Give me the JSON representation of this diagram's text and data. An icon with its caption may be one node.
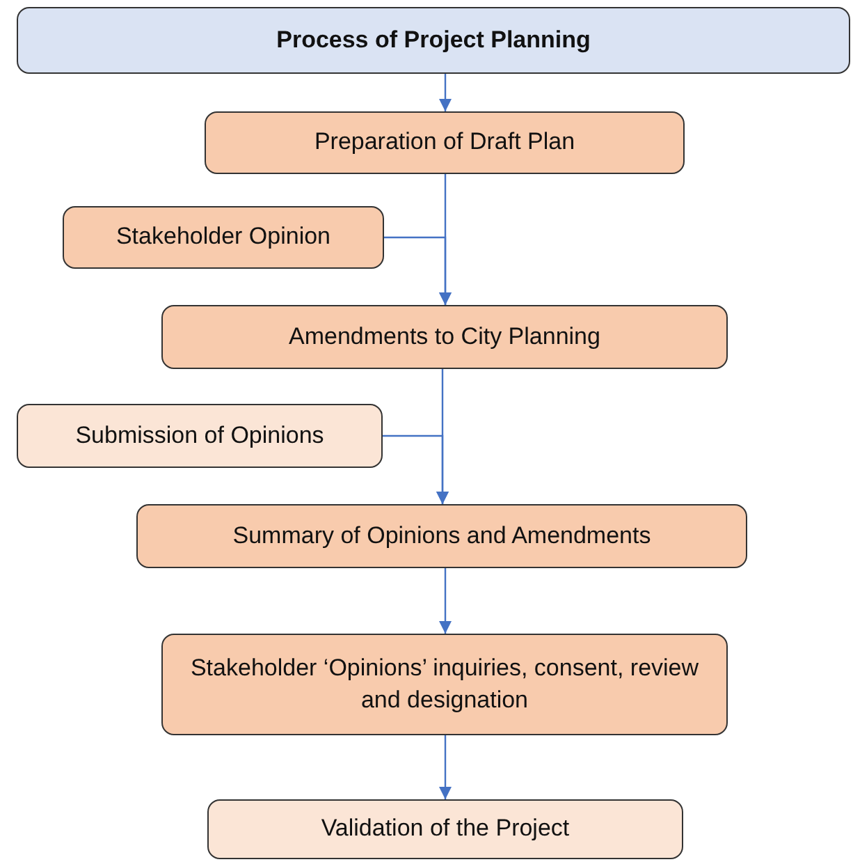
{
  "diagram": {
    "nodes": [
      {
        "text": [
          "Process of Project Planning"
        ]
      },
      {
        "text": [
          "Preparation of Draft Plan"
        ]
      },
      {
        "text": [
          "Stakeholder Opinion"
        ]
      },
      {
        "text": [
          "Amendments to City Planning"
        ]
      },
      {
        "text": [
          "Submission of Opinions"
        ]
      },
      {
        "text": [
          "Summary of Opinions and Amendments"
        ]
      },
      {
        "text": [
          "Stakeholder ‘Opinions’ inquiries, consent, review and designation"
        ]
      },
      {
        "text": [
          "Validation of the Project"
        ]
      }
    ],
    "edges": [
      {
        "from": 0,
        "to": 1,
        "arrow": "to"
      },
      {
        "from": 1,
        "to": 3,
        "arrow": "to"
      },
      {
        "from": 2,
        "to": 3,
        "arrow": "to"
      },
      {
        "from": 3,
        "to": 5,
        "arrow": "to"
      },
      {
        "from": 4,
        "to": 5,
        "arrow": "to"
      },
      {
        "from": 5,
        "to": 6,
        "arrow": "to"
      },
      {
        "from": 6,
        "to": 7,
        "arrow": "to"
      }
    ]
  }
}
